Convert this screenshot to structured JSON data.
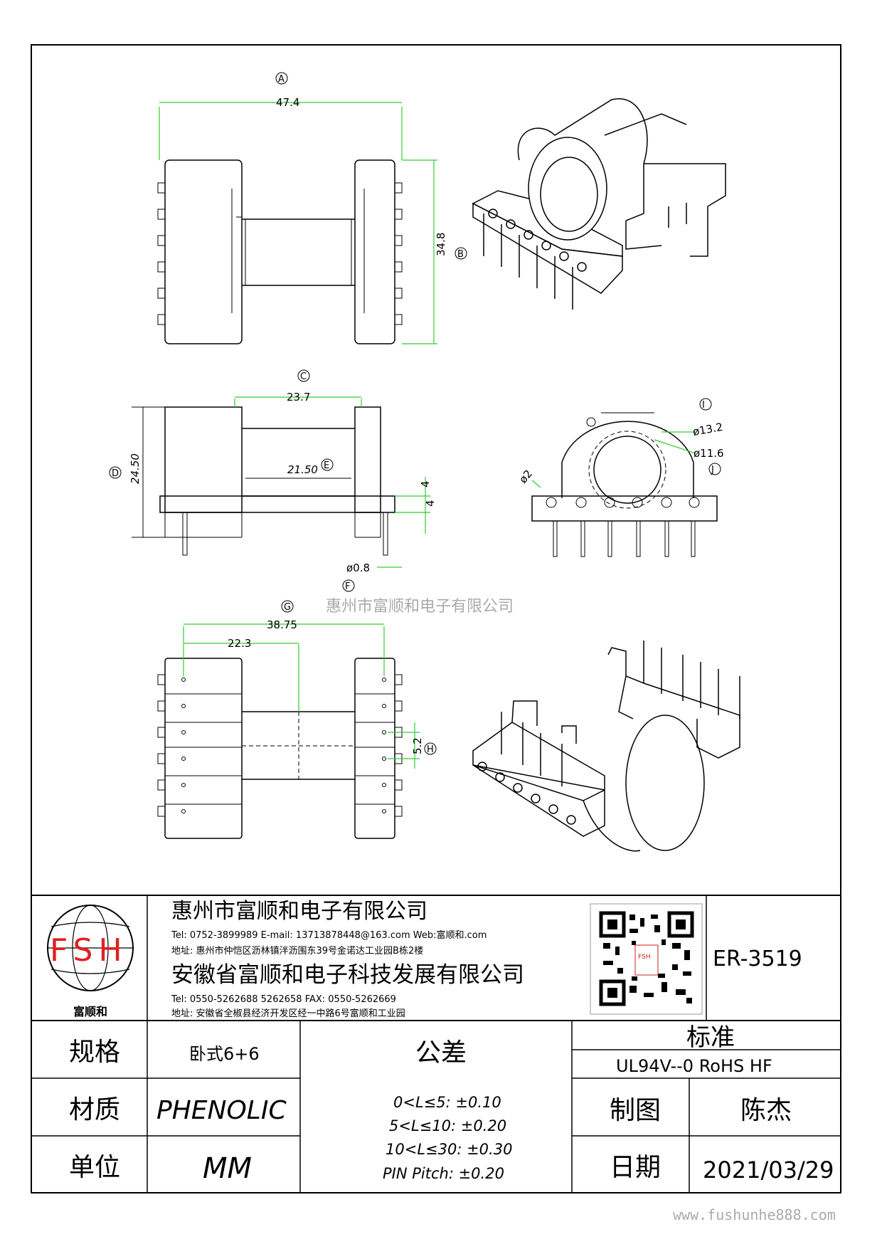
{
  "watermark": "惠州市富顺和电子有限公司",
  "footer_url": "www.fushunhe888.com",
  "dimensions": {
    "A": {
      "marker": "A",
      "value": "47.4"
    },
    "B": {
      "marker": "B",
      "value": "34.8"
    },
    "C": {
      "marker": "C",
      "value": "23.7"
    },
    "D": {
      "marker": "D",
      "value": "24.50"
    },
    "E": {
      "marker": "E",
      "value": "21.50"
    },
    "F": {
      "marker": "F",
      "value": "ø0.8"
    },
    "G": {
      "marker": "G",
      "value": "38.75"
    },
    "G2": {
      "value": "22.3"
    },
    "H": {
      "marker": "H",
      "value": "5.2"
    },
    "I": {
      "marker": "I",
      "value": "ø13.2"
    },
    "J": {
      "marker": "J",
      "value": "ø11.6"
    },
    "pin_dia": {
      "value": "ø2"
    },
    "side_a": {
      "value": "4"
    },
    "side_b": {
      "value": "4"
    }
  },
  "logo": {
    "text": "FSH",
    "caption": "富顺和"
  },
  "company1": {
    "name": "惠州市富顺和电子有限公司",
    "contact": "Tel:  0752-3899989  E-mail: 13713878448@163.com  Web:富顺和.com",
    "address": "地址: 惠州市仲恺区沥林镇泮沥围东39号金诺达工业园B栋2楼"
  },
  "company2": {
    "name": "安徽省富顺和电子科技发展有限公司",
    "contact": "Tel:  0550-5262688  5262658     FAX: 0550-5262669",
    "address": "地址: 安徽省全椒县经济开发区经一中路6号富顺和工业园"
  },
  "part_number": "ER-3519",
  "table": {
    "spec_label": "规格",
    "spec_value": "卧式6+6",
    "material_label": "材质",
    "material_value": "PHENOLIC",
    "unit_label": "单位",
    "unit_value": "MM",
    "tolerance_title": "公差",
    "tolerances": [
      "0<L≤5: ±0.10",
      "5<L≤10: ±0.20",
      "10<L≤30: ±0.30",
      "PIN Pitch: ±0.20"
    ],
    "standard_label": "标准",
    "standard_value": "UL94V--0  RoHS HF",
    "drawn_label": "制图",
    "drawn_value": "陈杰",
    "date_label": "日期",
    "date_value": "2021/03/29"
  }
}
